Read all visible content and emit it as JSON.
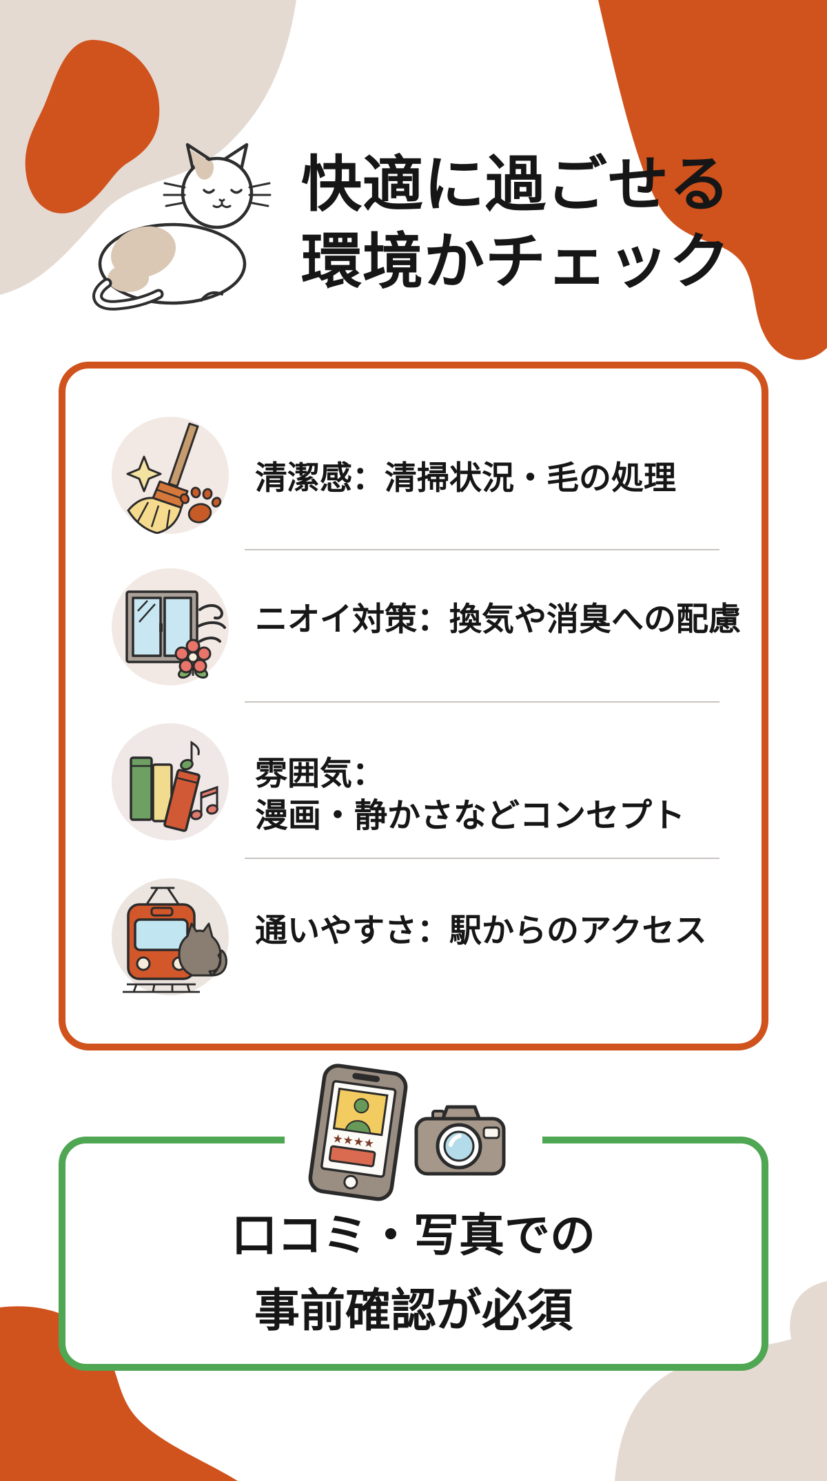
{
  "page": {
    "colors": {
      "accent_orange": "#d0521d",
      "accent_green": "#4fa653",
      "blob_beige": "#e4dad2",
      "text": "#161616",
      "icon_circle": "#f2e9e4"
    }
  },
  "header": {
    "title_line1": "快適に過ごせる",
    "title_line2": "環境かチェック",
    "icon": "cat-illustration"
  },
  "checklist": {
    "items": [
      {
        "icon": "broom-paw-icon",
        "text": "清潔感：清掃状況・毛の処理"
      },
      {
        "icon": "window-ventilation-flower-icon",
        "text": "ニオイ対策：換気や消臭への配慮"
      },
      {
        "icon": "books-music-icon",
        "text_line1": "雰囲気：",
        "text_line2": "漫画・静かさなどコンセプト"
      },
      {
        "icon": "train-cat-icon",
        "text": "通いやすさ：駅からのアクセス"
      }
    ]
  },
  "footer": {
    "icons": [
      "smartphone-review-icon",
      "camera-icon"
    ],
    "phone_stars": "★★★★",
    "line1": "口コミ・写真での",
    "line2": "事前確認が必須"
  }
}
